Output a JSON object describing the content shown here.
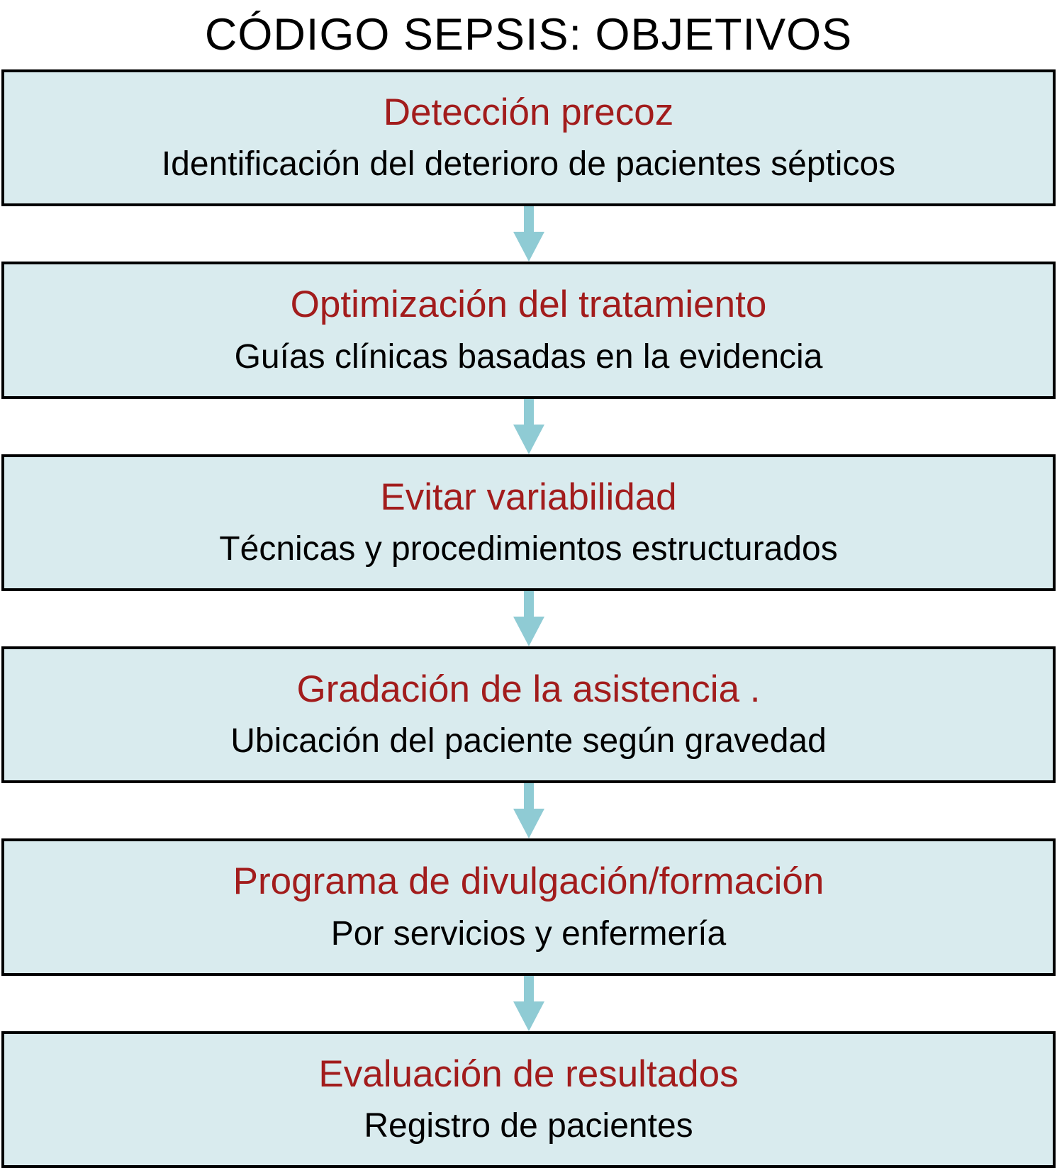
{
  "title": "CÓDIGO SEPSIS: OBJETIVOS",
  "steps": [
    {
      "heading": "Detección precoz",
      "description": "Identificación del deterioro de pacientes sépticos"
    },
    {
      "heading": "Optimización del tratamiento",
      "description": "Guías clínicas basadas en la evidencia"
    },
    {
      "heading": "Evitar variabilidad",
      "description": "Técnicas y procedimientos estructurados"
    },
    {
      "heading": "Gradación de la asistencia .",
      "description": "Ubicación del paciente según gravedad"
    },
    {
      "heading": "Programa de divulgación/formación",
      "description": "Por servicios y enfermería"
    },
    {
      "heading": "Evaluación de resultados",
      "description": "Registro de pacientes"
    }
  ],
  "icons": {
    "connector": "down-arrow-icon"
  },
  "colors": {
    "page_bg": "#ffffff",
    "box_bg": "#d9ebee",
    "box_border": "#000000",
    "heading_red": "#a21c1c",
    "text": "#000000",
    "arrow": "#8fcbd4"
  }
}
